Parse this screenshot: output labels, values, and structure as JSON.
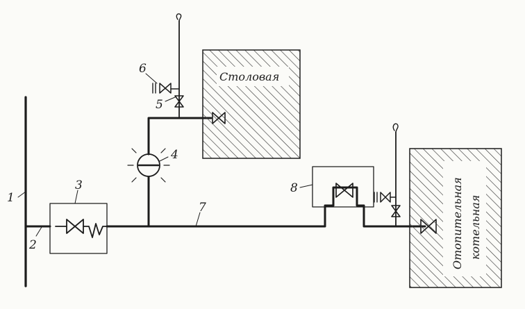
{
  "labels": {
    "n1": "1",
    "n2": "2",
    "n3": "3",
    "n4": "4",
    "n5": "5",
    "n6": "6",
    "n7": "7",
    "n8": "8"
  },
  "buildings": {
    "canteen": "Столовая",
    "boiler_line1": "Отопительная",
    "boiler_line2": "котельная"
  },
  "colors": {
    "ink": "#1c1c1c",
    "hatch": "#3a3a3a",
    "paper": "#fbfbf8"
  }
}
